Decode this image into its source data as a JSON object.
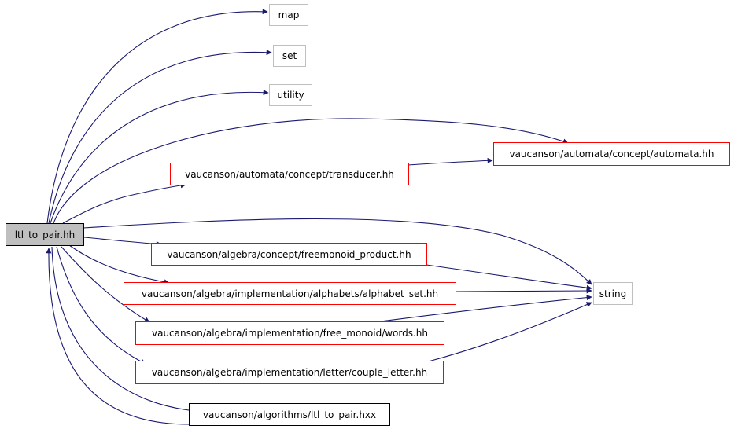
{
  "diagram": {
    "edge_color": "#191970",
    "nodes": {
      "root": "ltl_to_pair.hh",
      "map": "map",
      "set": "set",
      "utility": "utility",
      "automata": "vaucanson/automata/concept/automata.hh",
      "transducer": "vaucanson/automata/concept/transducer.hh",
      "string": "string",
      "freemonoid_product": "vaucanson/algebra/concept/freemonoid_product.hh",
      "alphabet_set": "vaucanson/algebra/implementation/alphabets/alphabet_set.hh",
      "words": "vaucanson/algebra/implementation/free_monoid/words.hh",
      "couple_letter": "vaucanson/algebra/implementation/letter/couple_letter.hh",
      "ltl_to_pair_hxx": "vaucanson/algorithms/ltl_to_pair.hxx"
    },
    "border_colors": {
      "root": "#000000",
      "gray": "#bfbfbf",
      "red": "#ff0000",
      "black": "#000000"
    }
  }
}
